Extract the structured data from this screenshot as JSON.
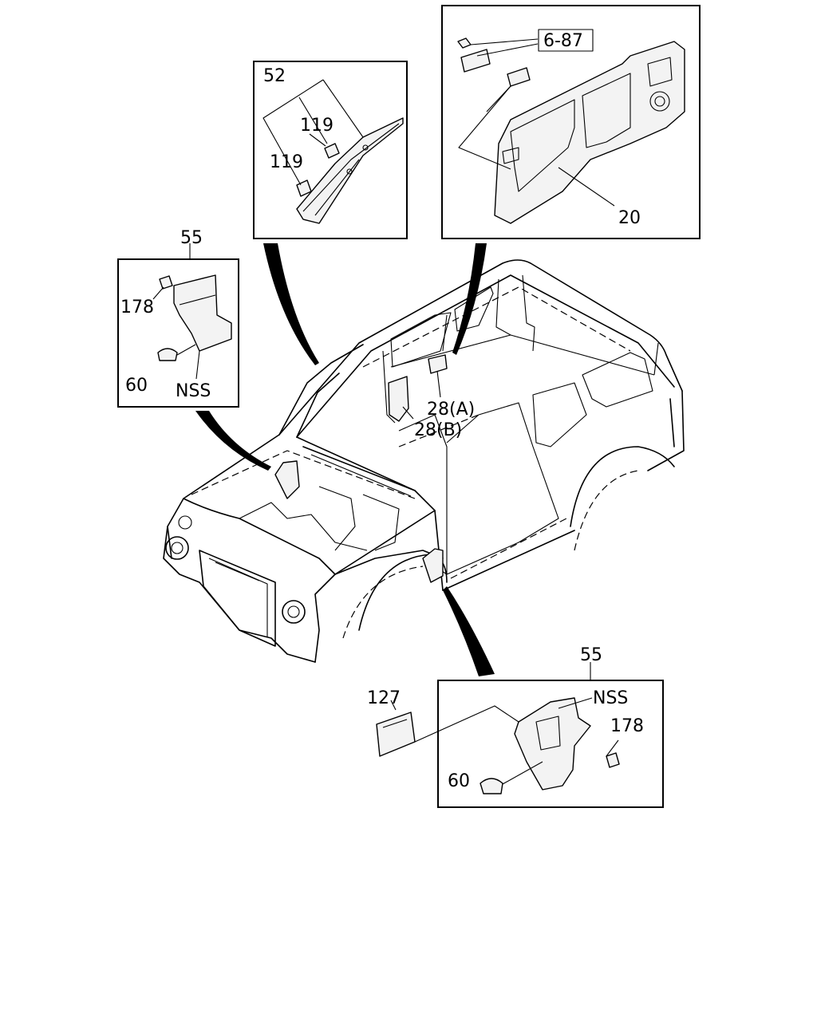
{
  "callouts": {
    "pillar_trim": "52",
    "clip_upper": "119",
    "clip_lower": "119",
    "ref_box": "6-87",
    "quarter_trim": "20",
    "left_panel_num": "55",
    "left_clip": "178",
    "left_grommet": "60",
    "left_nss": "NSS",
    "insulator_a": "28(A)",
    "insulator_b": "28(B)",
    "right_panel_num": "55",
    "right_nss": "NSS",
    "right_clip": "178",
    "right_grommet": "60",
    "cover": "127"
  }
}
